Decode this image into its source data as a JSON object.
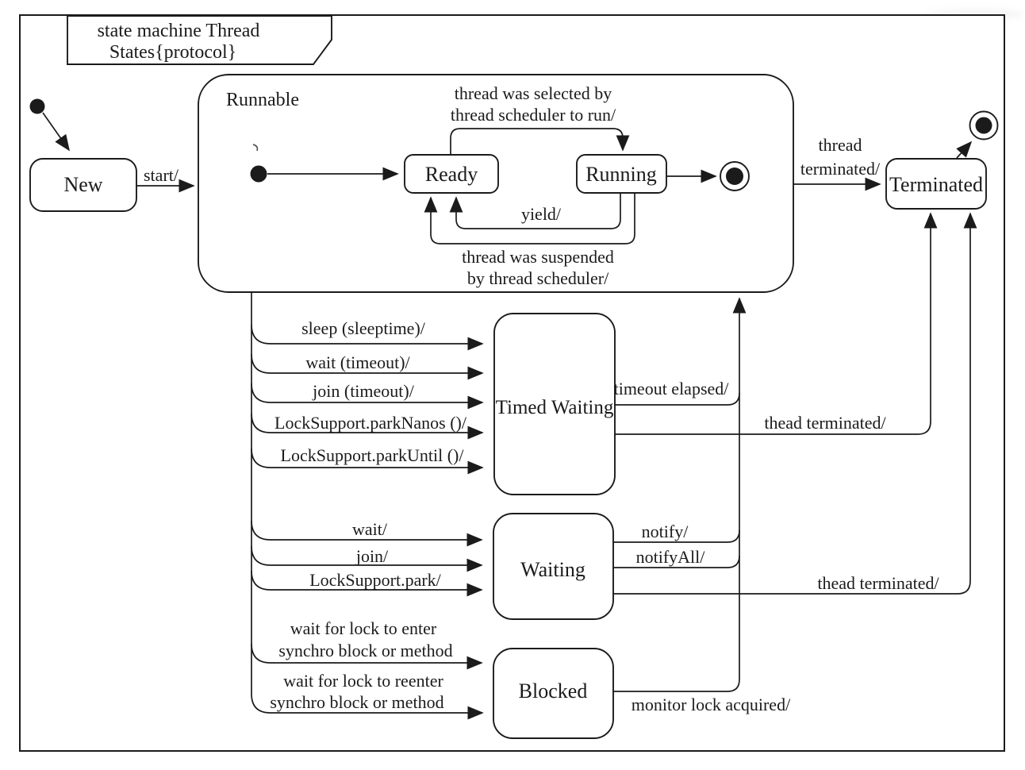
{
  "diagram": {
    "title_line1": "state machine Thread",
    "title_line2": "States{protocol}",
    "states": {
      "new": "New",
      "runnable": "Runnable",
      "ready": "Ready",
      "running": "Running",
      "timed_waiting": "Timed Waiting",
      "waiting": "Waiting",
      "blocked": "Blocked",
      "terminated": "Terminated"
    },
    "transitions": {
      "start": "start/",
      "selected_line1": "thread was selected by",
      "selected_line2": "thread scheduler to run/",
      "yield": "yield/",
      "suspended_line1": "thread was suspended",
      "suspended_line2": "by thread scheduler/",
      "to_terminated_line1": "thread",
      "to_terminated_line2": "terminated/",
      "sleep": "sleep (sleeptime)/",
      "wait_timeout": "wait (timeout)/",
      "join_timeout": "join (timeout)/",
      "park_nanos": "LockSupport.parkNanos ()/",
      "park_until": "LockSupport.parkUntil ()/",
      "timeout_elapsed": "timeout elapsed/",
      "thead_terminated_timed": "thead terminated/",
      "wait_call": "wait/",
      "join_call": "join/",
      "park_call": "LockSupport.park/",
      "notify": "notify/",
      "notify_all": "notifyAll/",
      "thead_terminated_waiting": "thead terminated/",
      "lock_enter_line1": "wait for lock to enter",
      "lock_enter_line2": "synchro block or method",
      "lock_reenter_line1": "wait for lock to reenter",
      "lock_reenter_line2": "synchro block or method",
      "monitor_lock": "monitor lock acquired/"
    },
    "colors": {
      "ink": "#1b1b1b",
      "paper": "#ffffff"
    }
  }
}
